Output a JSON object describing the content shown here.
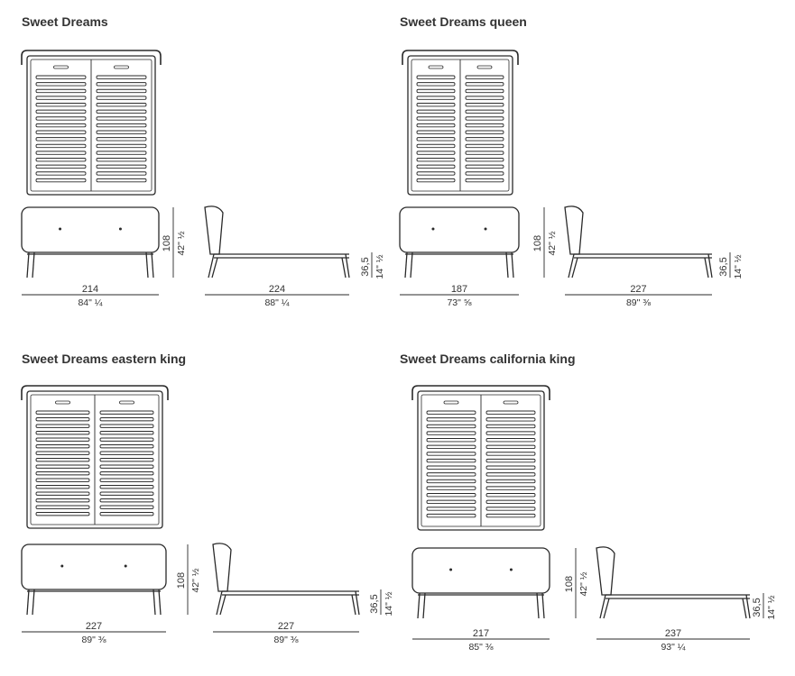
{
  "colors": {
    "line": "#2a2a2a",
    "text": "#333333",
    "background": "#ffffff"
  },
  "panels": [
    {
      "title": "Sweet Dreams",
      "headboard_height": {
        "metric": "108",
        "imperial": "42\" ½"
      },
      "rail_height": {
        "metric": "36,5",
        "imperial": "14\" ½"
      },
      "width": {
        "metric": "214",
        "imperial": "84\" ¼"
      },
      "length": {
        "metric": "224",
        "imperial": "88\" ¼"
      }
    },
    {
      "title": "Sweet Dreams queen",
      "headboard_height": {
        "metric": "108",
        "imperial": "42\" ½"
      },
      "rail_height": {
        "metric": "36,5",
        "imperial": "14\" ½"
      },
      "width": {
        "metric": "187",
        "imperial": "73\" ⅝"
      },
      "length": {
        "metric": "227",
        "imperial": "89\" ⅜"
      }
    },
    {
      "title": "Sweet Dreams eastern king",
      "headboard_height": {
        "metric": "108",
        "imperial": "42\" ½"
      },
      "rail_height": {
        "metric": "36,5",
        "imperial": "14\" ½"
      },
      "width": {
        "metric": "227",
        "imperial": "89\" ⅜"
      },
      "length": {
        "metric": "227",
        "imperial": "89\" ⅜"
      }
    },
    {
      "title": "Sweet Dreams california king",
      "headboard_height": {
        "metric": "108",
        "imperial": "42\" ½"
      },
      "rail_height": {
        "metric": "36,5",
        "imperial": "14\" ½"
      },
      "width": {
        "metric": "217",
        "imperial": "85\" ⅜"
      },
      "length": {
        "metric": "237",
        "imperial": "93\" ¼"
      }
    }
  ]
}
